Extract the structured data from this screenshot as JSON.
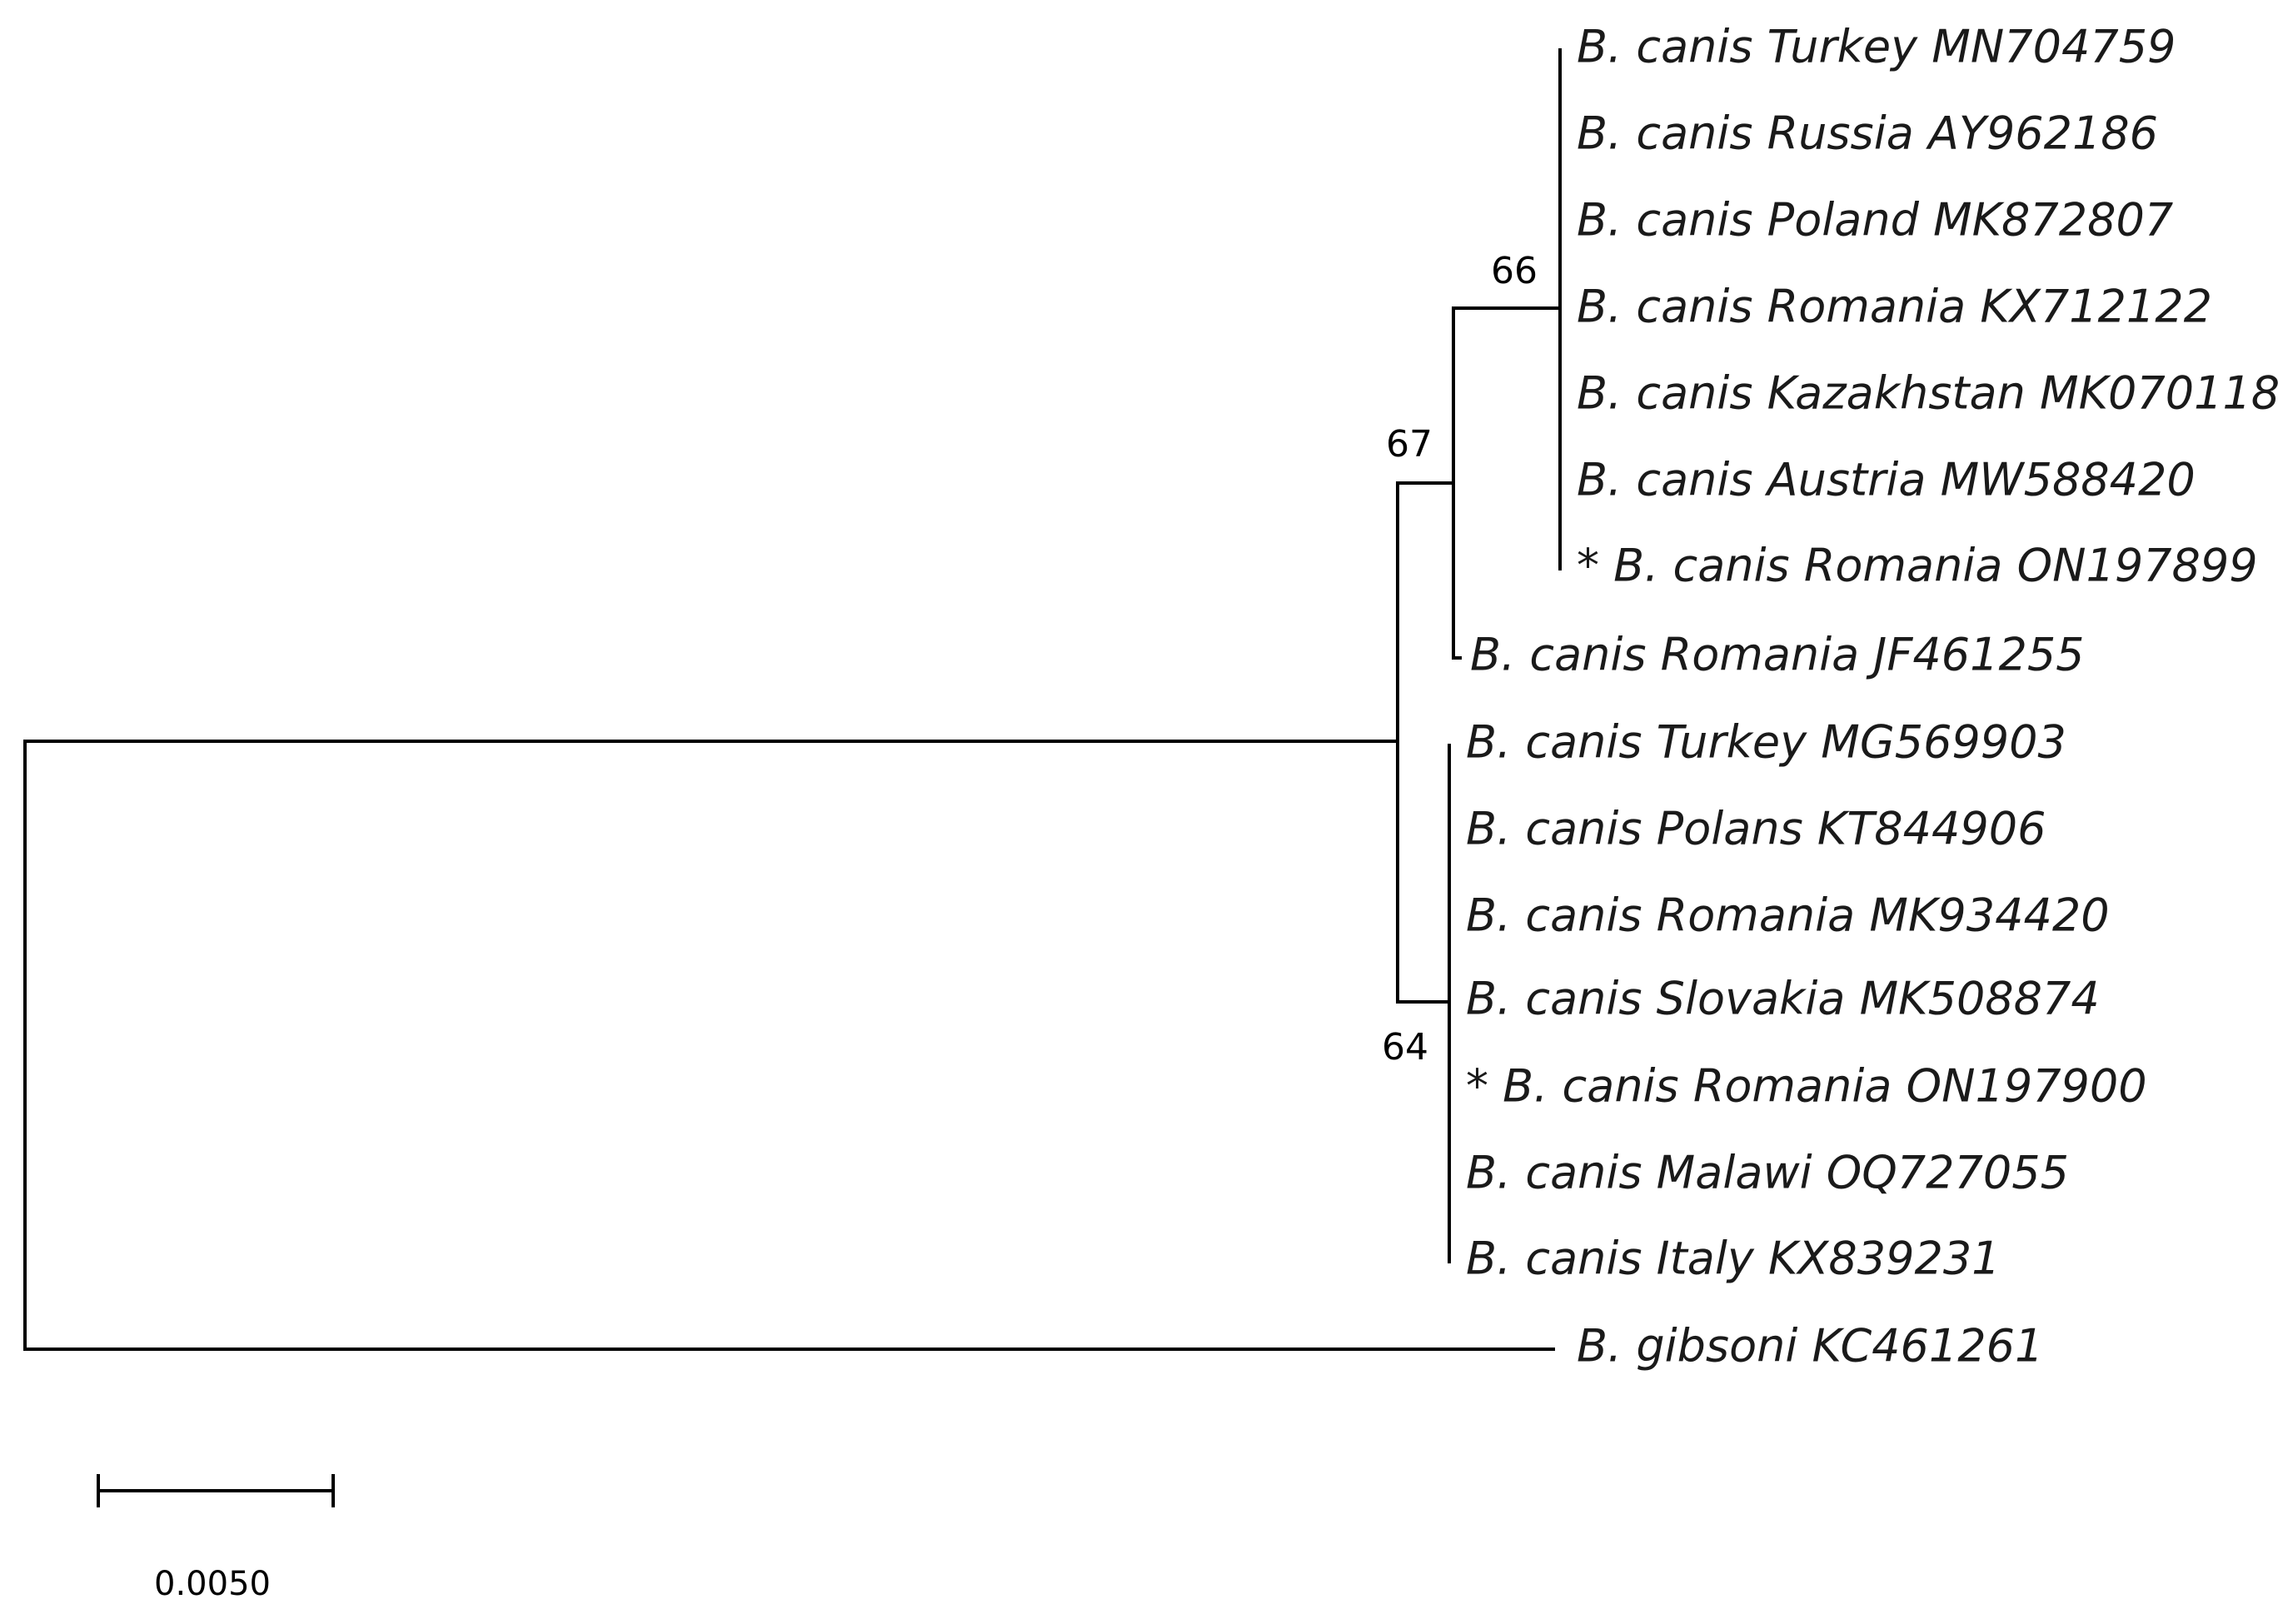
{
  "tree": {
    "taxa": [
      "B. canis Turkey MN704759",
      "B. canis Russia AY962186",
      "B. canis Poland MK872807",
      "B. canis Romania KX712122",
      "B. canis Kazakhstan MK070118",
      "B. canis Austria MW588420",
      "* B. canis Romania ON197899",
      "B. canis Romania JF461255",
      "B. canis Turkey MG569903",
      "B. canis Polans KT844906",
      "B. canis Romania MK934420",
      "B. canis Slovakia MK508874",
      "* B. canis Romania ON197900",
      "B. canis Malawi OQ727055",
      "B. canis Italy KX839231",
      "B. gibsoni KC461261"
    ],
    "bootstrap": [
      "66",
      "67",
      "64"
    ],
    "scale_bar": "0.0050"
  }
}
